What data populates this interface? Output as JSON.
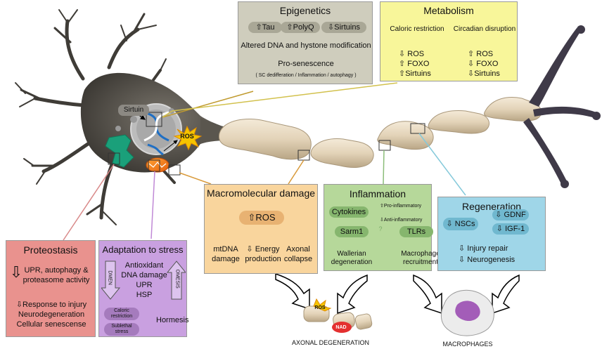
{
  "colors": {
    "neuron": "#4d4943",
    "axon": "#e7d9c1",
    "epi": "#cfcdbd",
    "meta": "#f8f69a",
    "macro": "#f9d59d",
    "infl": "#b6d89a",
    "regen": "#9fd6e8",
    "prot": "#e9928e",
    "adapt": "#c9a0e0"
  },
  "cell": {
    "sirtuin": "Sirtuin",
    "ros": "ROS"
  },
  "epigenetics": {
    "title": "Epigenetics",
    "tags": [
      "Tau",
      "PolyQ",
      "Sirtuins"
    ],
    "line1": "Altered DNA and hystone modification",
    "line2": "Pro-senescence",
    "line3": "( SC dedifferation / Inflammation / autophagy )"
  },
  "metabolism": {
    "title": "Metabolism",
    "col1": {
      "head": "Caloric restriction",
      "items": [
        "ROS",
        "FOXO",
        "Sirtuins"
      ]
    },
    "col2": {
      "head": "Circadian disruption",
      "items": [
        "ROS",
        "FOXO",
        "Sirtuins"
      ]
    }
  },
  "macromolecular": {
    "title": "Macromolecular damage",
    "center": "ROS",
    "out1": "mtDNA\ndamage",
    "out2": "Energy\nproduction",
    "out3": "Axonal\ncollapse"
  },
  "inflammation": {
    "title": "Inflammation",
    "cytokines": "Cytokines",
    "pro": "Pro-inflammatory",
    "anti": "Anti-inflammatory",
    "sarm": "Sarm1",
    "q": "?",
    "tlrs": "TLRs",
    "out1": "Wallerian\ndegeneration",
    "out2": "Macrophage\nrecruitment"
  },
  "regeneration": {
    "title": "Regeneration",
    "nscs": "NSCs",
    "gdnf": "GDNF",
    "igf": "IGF-1",
    "out1": "Injury repair",
    "out2": "Neurogenesis"
  },
  "proteostasis": {
    "title": "Proteostasis",
    "item1": "UPR, autophagy &\nproteasome activity",
    "item2": "Response to injury",
    "item3": "Neurodegeneration",
    "item4": "Cellular senescense"
  },
  "adaptation": {
    "title": "Adaptation to stress",
    "items": [
      "Antioxidant",
      "DNA damage",
      "UPR",
      "HSP"
    ],
    "arrow_left": "DMEN",
    "arrow_right": "OMESIS",
    "caloric": "Caloric\nrestriction",
    "sublethal": "Sublethal\nstress",
    "hormesis": "Hormesis"
  },
  "bottom": {
    "ros": "ROS",
    "nad": "NAD",
    "axonal": "AXONAL DEGENERATION",
    "macrophages": "MACROPHAGES"
  }
}
